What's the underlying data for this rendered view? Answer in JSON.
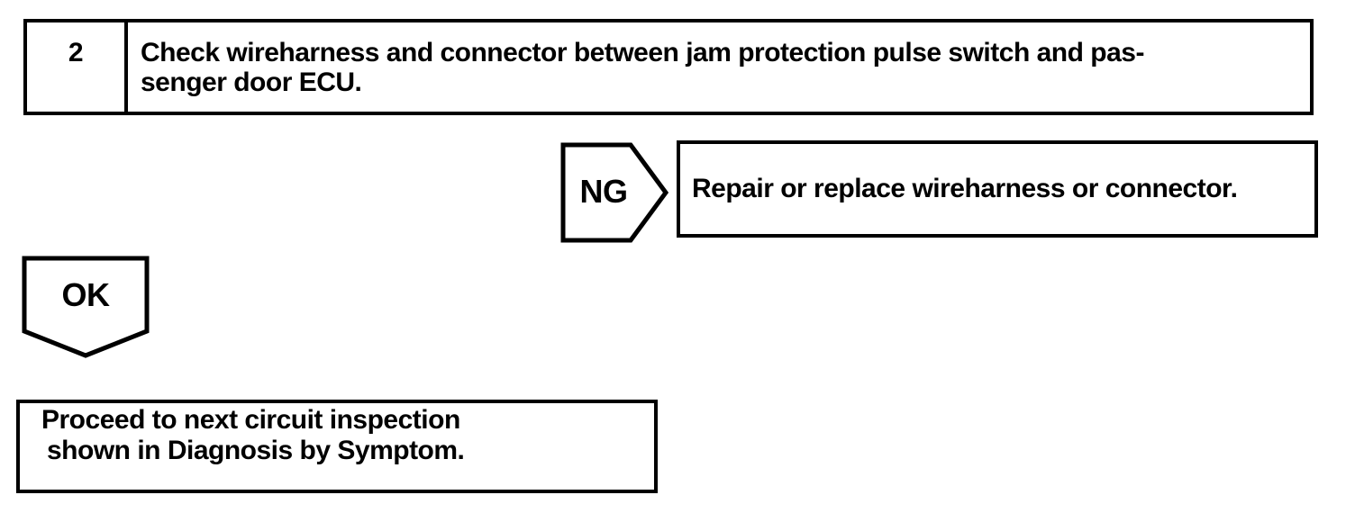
{
  "colors": {
    "ink": "#000000",
    "paper": "#ffffff"
  },
  "step_box": {
    "number": "2",
    "instruction_lines": [
      "Check wireharness and connector between jam protection pulse switch and pas-",
      "senger door ECU."
    ]
  },
  "ng_branch": {
    "label": "NG",
    "result_lines": [
      "Repair or replace wireharness or connector."
    ]
  },
  "ok_branch": {
    "label": "OK",
    "result_lines": [
      "Proceed to next circuit inspection",
      "shown in Diagnosis by Symptom."
    ]
  }
}
